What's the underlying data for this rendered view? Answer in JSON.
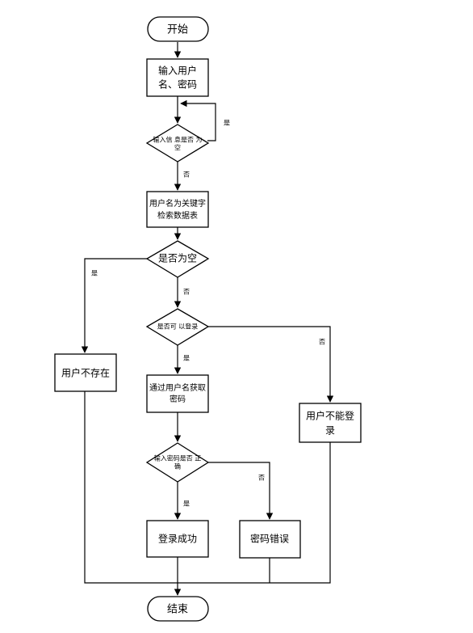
{
  "nodes": {
    "start": "开始",
    "input_l1": "输入用户",
    "input_l2": "名、密码",
    "check_input_l1": "输入信 息是否 为",
    "check_input_l2": "空",
    "lookup_l1": "用户名为关键字",
    "lookup_l2": "检索数据表",
    "is_empty": "是否为空",
    "can_login": "是否可 以登录",
    "user_not_exist": "用户不存在",
    "get_pwd_l1": "通过用户名获取",
    "get_pwd_l2": "密码",
    "cannot_login_l1": "用户不能登",
    "cannot_login_l2": "录",
    "pwd_correct_l1": "输入密码是否 正",
    "pwd_correct_l2": "确",
    "login_success": "登录成功",
    "pwd_error": "密码错误",
    "end": "结束"
  },
  "edges": {
    "input_empty_yes": "是",
    "input_empty_no": "否",
    "empty_yes": "是",
    "empty_no": "否",
    "login_yes": "是",
    "login_no": "否",
    "pwd_yes": "是",
    "pwd_no": "否"
  }
}
